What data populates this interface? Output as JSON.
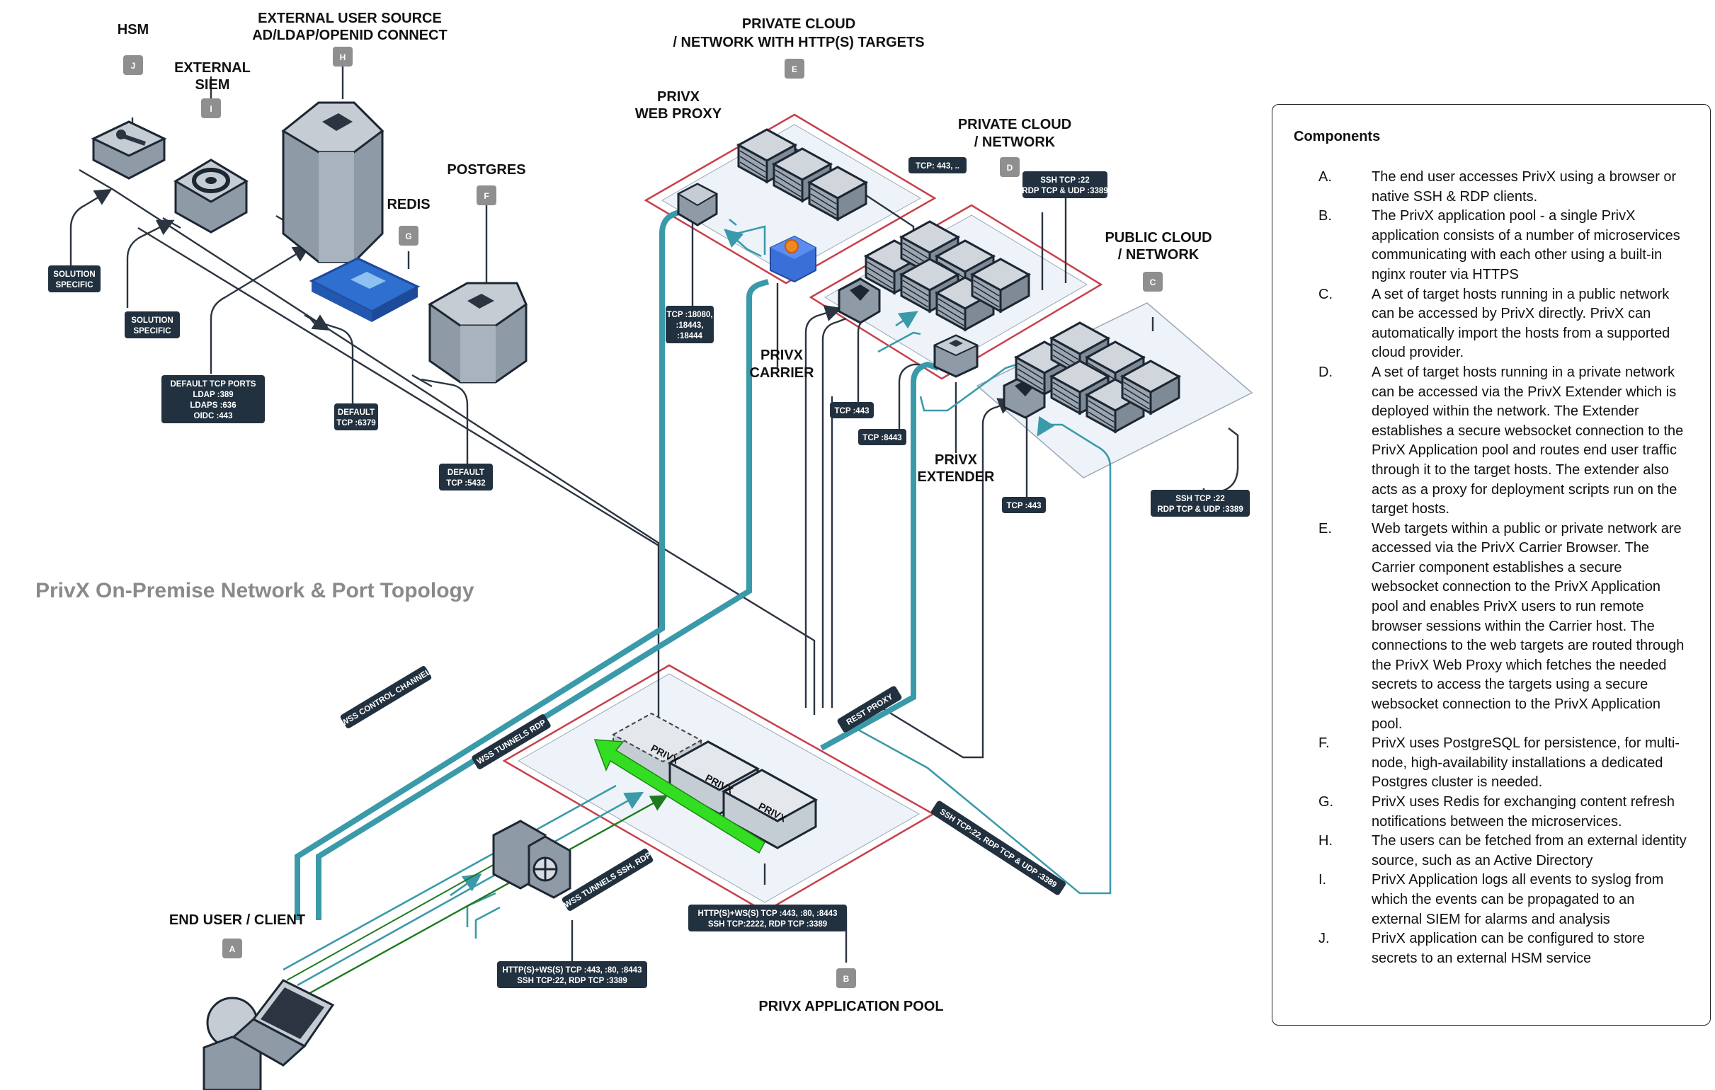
{
  "title": "PrivX On-Premise Network & Port Topology",
  "nodes": {
    "hsm": {
      "label": "HSM",
      "badge": "J"
    },
    "siem": {
      "label_1": "EXTERNAL",
      "label_2": "SIEM",
      "badge": "I"
    },
    "user_source": {
      "label_1": "EXTERNAL USER SOURCE",
      "label_2": "AD/LDAP/OPENID CONNECT",
      "badge": "H"
    },
    "postgres": {
      "label": "POSTGRES",
      "badge": "F"
    },
    "redis": {
      "label": "REDIS",
      "badge": "G"
    },
    "private_cloud_http": {
      "label_1": "PRIVATE CLOUD",
      "label_2": "/ NETWORK WITH HTTP(S) TARGETS",
      "badge": "E"
    },
    "web_proxy": {
      "label_1": "PRIVX",
      "label_2": "WEB PROXY"
    },
    "carrier": {
      "label_1": "PRIVX",
      "label_2": "CARRIER"
    },
    "private_cloud": {
      "label_1": "PRIVATE CLOUD",
      "label_2": "/ NETWORK",
      "badge": "D"
    },
    "public_cloud": {
      "label_1": "PUBLIC CLOUD",
      "label_2": "/ NETWORK",
      "badge": "C"
    },
    "extender": {
      "label_1": "PRIVX",
      "label_2": "EXTENDER"
    },
    "end_user": {
      "label": "END USER / CLIENT",
      "badge": "A"
    },
    "app_pool": {
      "label": "PRIVX APPLICATION POOL",
      "badge": "B"
    },
    "server_brand": "PRIVX"
  },
  "port_labels": {
    "solution_specific_1": [
      "SOLUTION",
      "SPECIFIC"
    ],
    "solution_specific_2": [
      "SOLUTION",
      "SPECIFIC"
    ],
    "ldap": [
      "DEFAULT TCP PORTS",
      "LDAP :389",
      "LDAPS :636",
      "OIDC :443"
    ],
    "redis": [
      "DEFAULT",
      "TCP :6379"
    ],
    "postgres": [
      "DEFAULT",
      "TCP :5432"
    ],
    "web_proxy": [
      "TCP :18080,",
      ":18443,",
      ":18444"
    ],
    "http_targets": [
      "TCP: 443, .."
    ],
    "private_ssh": [
      "SSH TCP :22",
      "RDP TCP & UDP :3389"
    ],
    "tcp443_a": [
      "TCP :443"
    ],
    "tcp8443": [
      "TCP :8443"
    ],
    "tcp443_b": [
      "TCP :443"
    ],
    "public_ssh": [
      "SSH TCP :22",
      "RDP TCP & UDP :3389"
    ],
    "app_pool": [
      "HTTP(S)+WS(S) TCP :443, :80, :8443",
      "SSH  TCP:2222, RDP TCP :3389"
    ],
    "client": [
      "HTTP(S)+WS(S) TCP :443, :80, :8443",
      "SSH  TCP:22, RDP TCP :3389"
    ]
  },
  "channels": {
    "wss_control": "WSS CONTROL CHANNEL",
    "wss_rdp": "WSS TUNNELS RDP",
    "rest_proxy": "REST PROXY",
    "ssh_rdp": "SSH TCP:22, RDP TCP & UDP :3389",
    "wss_ssh_rdp": "WSS TUNNELS SSH, RDP"
  },
  "components": {
    "heading": "Components",
    "items": [
      {
        "letter": "A.",
        "text": "The end user accesses PrivX using a browser or native SSH & RDP clients."
      },
      {
        "letter": "B.",
        "text": "The PrivX application pool - a single PrivX application consists of a number of microservices communicating with each other using a built-in nginx router via HTTPS"
      },
      {
        "letter": "C.",
        "text": "A set of target hosts running in a public network can be accessed by PrivX directly. PrivX can automatically import the hosts from a supported cloud provider."
      },
      {
        "letter": "D.",
        "text": "A set of target hosts running in a private network can be accessed via the PrivX Extender which is deployed within the network. The Extender establishes a secure websocket connection to the PrivX Application pool and routes end user traffic through it to the target hosts. The extender also acts as a proxy for deployment scripts run on the target hosts."
      },
      {
        "letter": "E.",
        "text": "Web targets within a public or private network are accessed via the PrivX Carrier Browser. The Carrier component establishes a secure websocket connection to the PrivX Application pool and enables PrivX users to run remote browser sessions within the Carrier host. The connections to the web targets are routed through  the PrivX Web Proxy which fetches the needed secrets to access the targets using a secure websocket connection to the PrivX Application pool."
      },
      {
        "letter": "F.",
        "text": "PrivX uses PostgreSQL for persistence, for multi-node, high-availability installations a dedicated Postgres cluster is needed."
      },
      {
        "letter": "G.",
        "text": "PrivX uses Redis for exchanging content refresh notifications between the microservices."
      },
      {
        "letter": "H.",
        "text": "The users can be fetched from an external identity source, such as an Active Directory"
      },
      {
        "letter": "I.",
        "text": "PrivX Application logs all events to syslog from which the events can be propagated to an external SIEM for alarms and analysis"
      },
      {
        "letter": "J.",
        "text": "PrivX application can be configured to store secrets to an external HSM service"
      }
    ]
  },
  "colors": {
    "connection_dark": "#2b3440",
    "connection_teal": "#3a9aaa",
    "zone_border": "#c8404b",
    "zone_fill": "#edf3f9",
    "label_box": "#22313f",
    "badge": "#8f8f8f",
    "flow_arrow": "#33dd22",
    "client_flow": "#1f7a1f"
  },
  "icons": [
    "hsm-key-icon",
    "siem-target-icon",
    "ldap-server-icon",
    "postgres-db-icon",
    "redis-icon",
    "web-proxy-icon",
    "carrier-browser-icon",
    "extender-icon",
    "server-rack-icon",
    "laptop-icon",
    "user-icon",
    "firewall-icon"
  ]
}
